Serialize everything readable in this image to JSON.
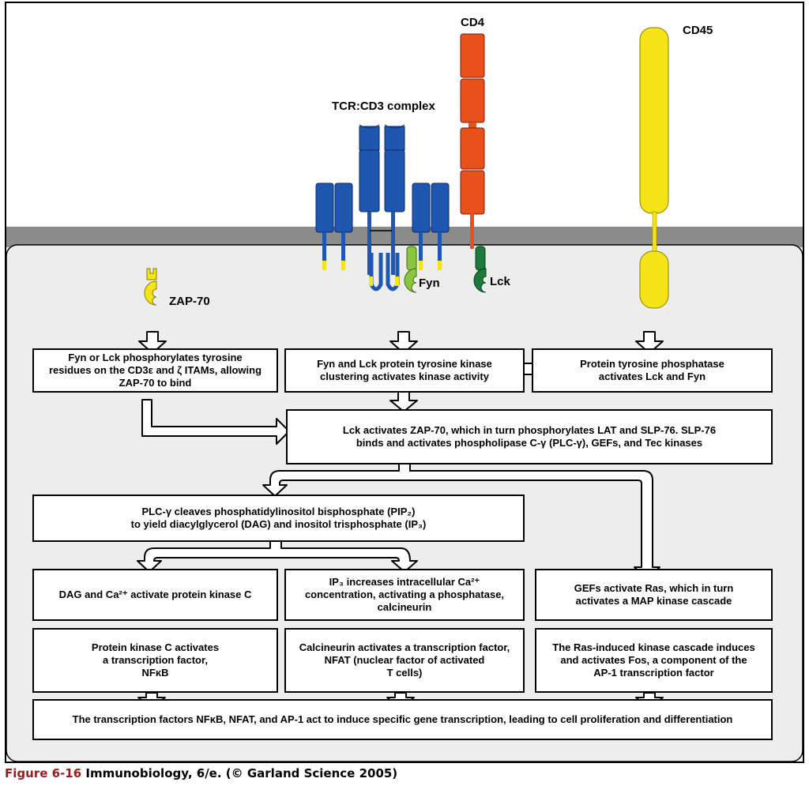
{
  "labels": {
    "cd4": "CD4",
    "cd45": "CD45",
    "tcr": "TCR:CD3 complex",
    "zap70": "ZAP-70",
    "fyn": "Fyn",
    "lck": "Lck"
  },
  "boxes": {
    "fyn_lck_phos": [
      "Fyn or Lck phosphorylates tyrosine",
      "residues on the CD3ε and ζ ITAMs, allowing",
      "ZAP-70 to bind"
    ],
    "clustering": [
      "Fyn and Lck protein tyrosine kinase",
      "clustering activates kinase activity"
    ],
    "phosphatase": [
      "Protein tyrosine phosphatase",
      "activates Lck and Fyn"
    ],
    "lck_zap": [
      "Lck activates ZAP-70, which in turn phosphorylates LAT and SLP-76. SLP-76",
      "binds and activates phospholipase C-γ (PLC-γ), GEFs, and Tec kinases"
    ],
    "plc": [
      "PLC-γ cleaves phosphatidylinositol bisphosphate (PIP₂)",
      "to yield diacylglycerol (DAG) and inositol trisphosphate (IP₃)"
    ],
    "dag": [
      "DAG and Ca²⁺ activate protein kinase C"
    ],
    "ip3": [
      "IP₃ increases intracellular Ca²⁺",
      "concentration, activating a phosphatase,",
      "calcineurin"
    ],
    "gefs": [
      "GEFs activate Ras, which in turn",
      "activates a MAP kinase cascade"
    ],
    "pkc": [
      "Protein kinase C activates",
      "a transcription factor,",
      "NFκB"
    ],
    "calcineurin": [
      "Calcineurin activates a transcription factor,",
      "NFAT (nuclear factor of activated",
      "T cells)"
    ],
    "ras": [
      "The Ras-induced kinase cascade induces",
      "and activates Fos, a component of the",
      "AP-1 transcription factor"
    ],
    "final": [
      "The transcription factors NFκB, NFAT, and AP-1 act to induce specific gene transcription, leading to cell proliferation and differentiation"
    ]
  },
  "caption": {
    "figure": "Figure 6-16",
    "rest": " Immunobiology, 6/e. (© Garland Science 2005)"
  },
  "colors": {
    "membrane": "#8c8c8c",
    "cytoplasm": "#ededed",
    "tcr_blue": "#1f56b0",
    "cd4_orange": "#e8501c",
    "cd45_yellow": "#f5e418",
    "fyn_green": "#8cc63f",
    "lck_green": "#1e7a3c",
    "itam_yellow": "#f5e418"
  }
}
